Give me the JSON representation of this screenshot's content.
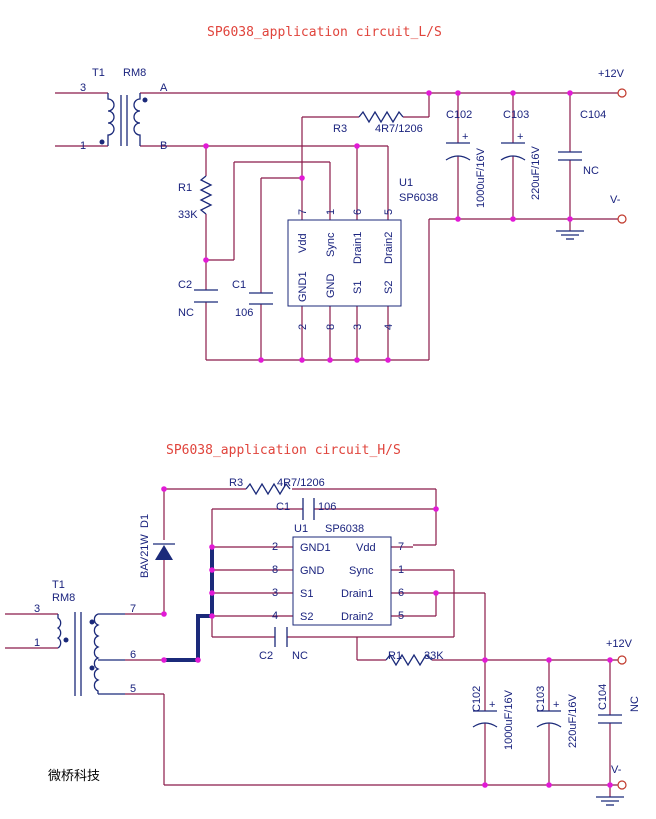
{
  "top": {
    "title": "SP6038_application circuit_L/S",
    "t1": "T1",
    "rm8": "RM8",
    "pin3": "3",
    "pin1": "1",
    "a": "A",
    "b": "B",
    "r3": "R3",
    "r3v": "4R7/1206",
    "r1": "R1",
    "r1v": "33K",
    "c2": "C2",
    "c2v": "NC",
    "c1": "C1",
    "c1v": "106",
    "u1": "U1",
    "u1v": "SP6038",
    "pins_top": [
      "7",
      "1",
      "6",
      "5"
    ],
    "names_top": [
      "Vdd",
      "Sync",
      "Drain1",
      "Drain2"
    ],
    "names_bot": [
      "GND1",
      "GND",
      "S1",
      "S2"
    ],
    "pins_bot": [
      "2",
      "8",
      "3",
      "4"
    ],
    "c102": "C102",
    "c102v": "1000uF/16V",
    "c103": "C103",
    "c103v": "220uF/16V",
    "c104": "C104",
    "c104v": "NC",
    "vplus": "+12V",
    "vminus": "V-"
  },
  "bottom": {
    "title": "SP6038_application circuit_H/S",
    "r3": "R3",
    "r3v": "4R7/1206",
    "c1": "C1",
    "c1v": "106",
    "u1": "U1",
    "u1v": "SP6038",
    "d1": "D1",
    "d1v": "BAV21W",
    "t1": "T1",
    "rm8": "RM8",
    "tpin3": "3",
    "tpin1": "1",
    "tpin7": "7",
    "tpin6": "6",
    "tpin5": "5",
    "left_pins": [
      "2",
      "8",
      "3",
      "4"
    ],
    "left_names": [
      "GND1",
      "GND",
      "S1",
      "S2"
    ],
    "right_names": [
      "Vdd",
      "Sync",
      "Drain1",
      "Drain2"
    ],
    "right_pins": [
      "7",
      "1",
      "6",
      "5"
    ],
    "c2": "C2",
    "c2v": "NC",
    "r1": "R1",
    "r1v": "33K",
    "c102": "C102",
    "c102v": "1000uF/16V",
    "c103": "C103",
    "c103v": "220uF/16V",
    "c104": "C104",
    "c104v": "NC",
    "vplus": "+12V",
    "vminus": "V-"
  },
  "watermark": "微桥科技"
}
